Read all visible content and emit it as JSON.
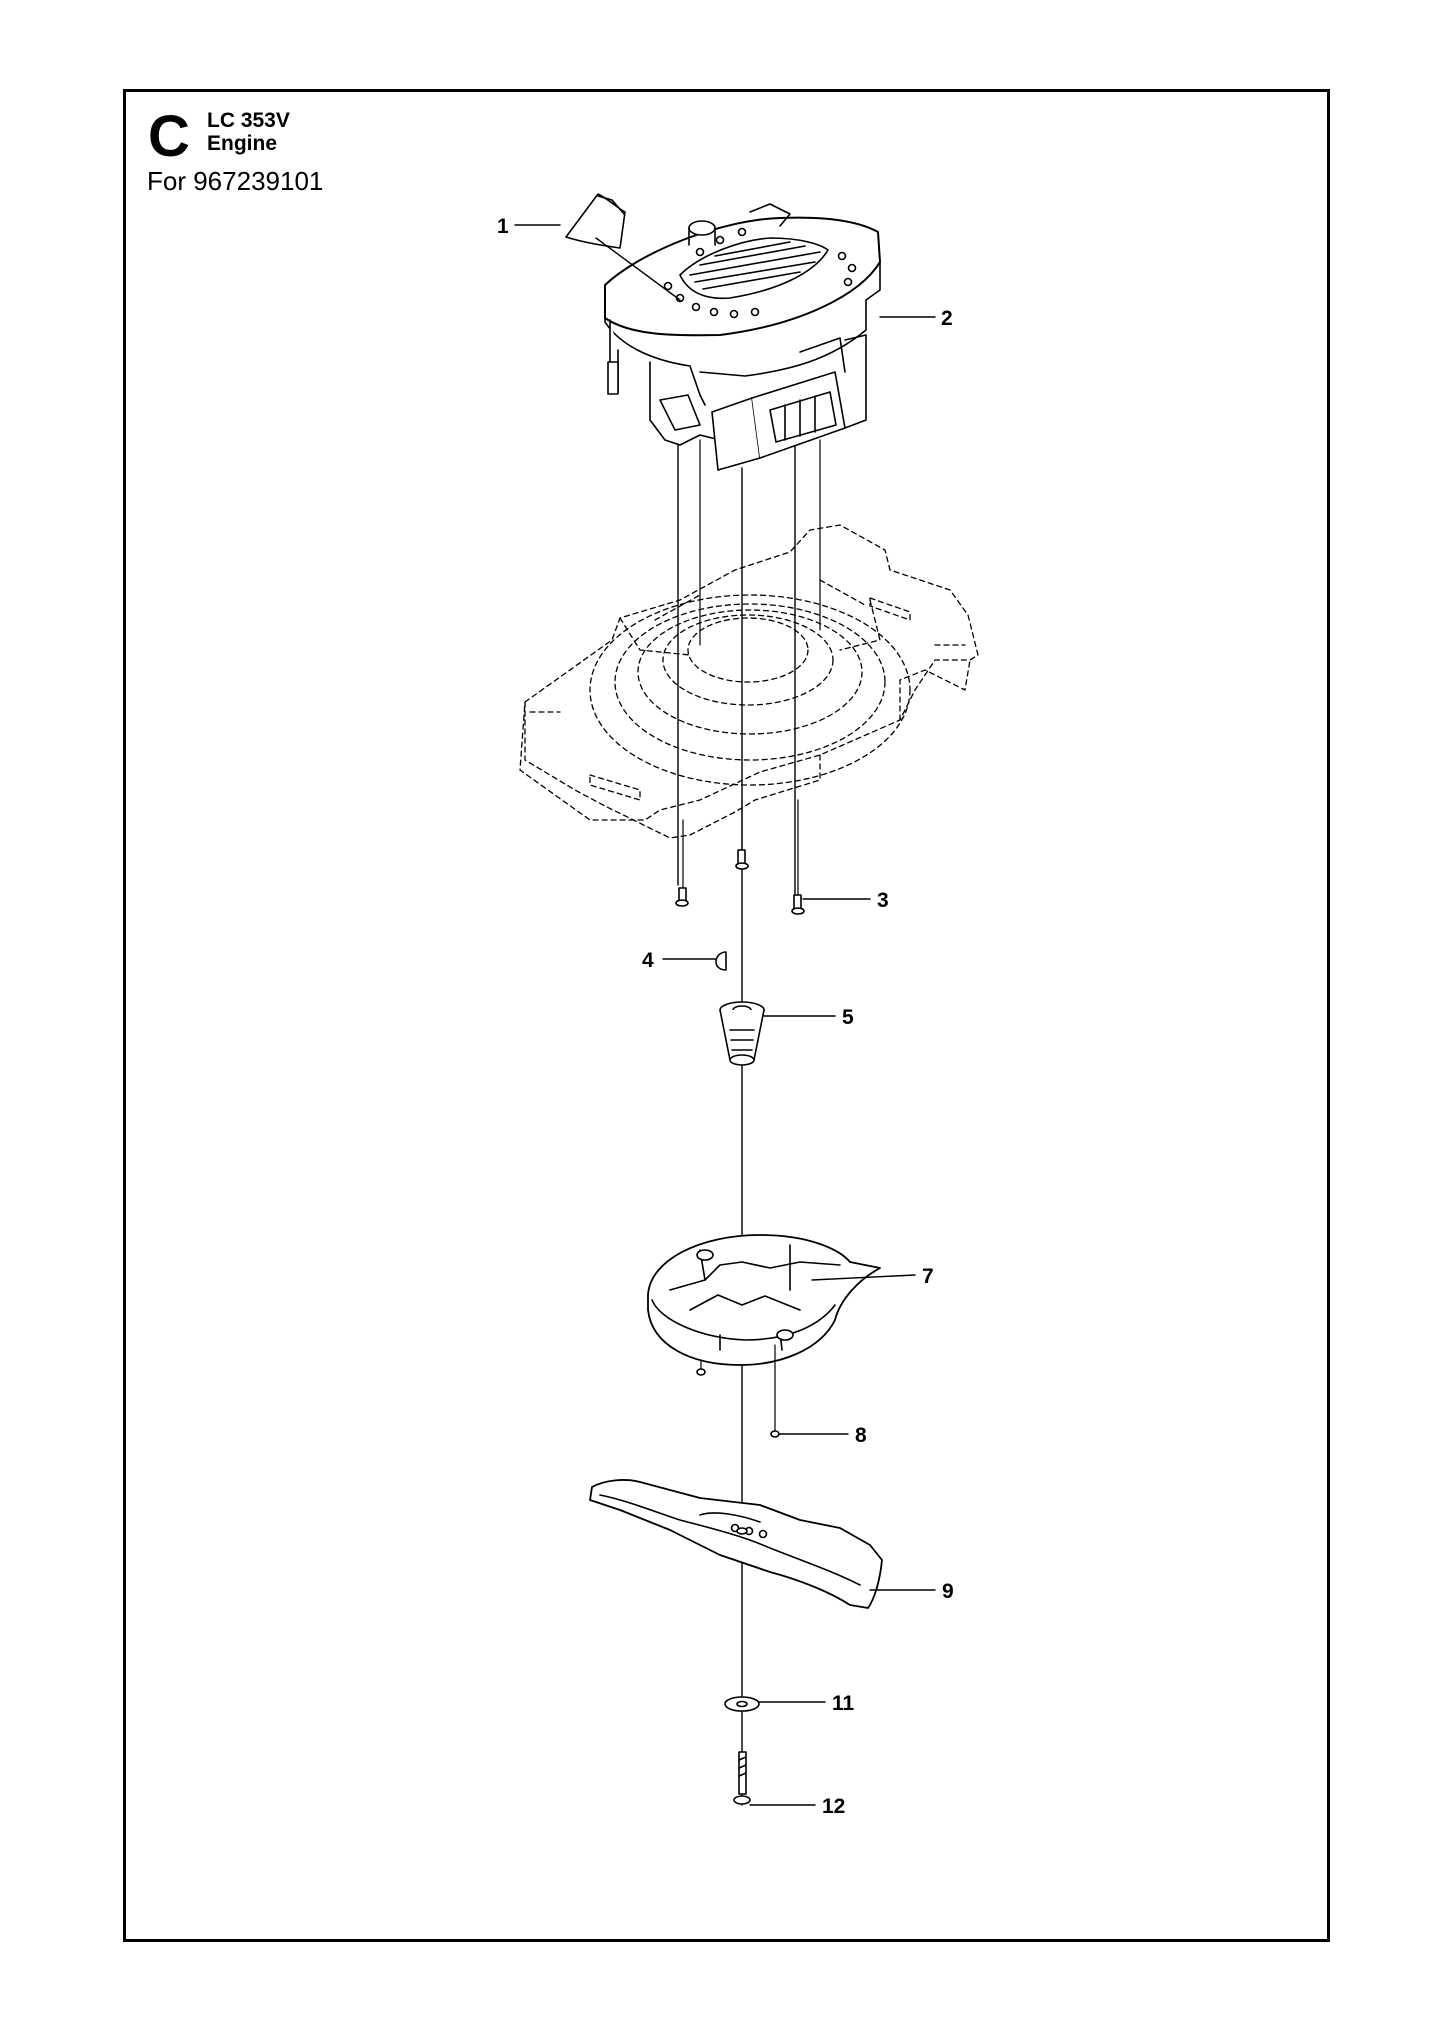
{
  "header": {
    "section_letter": "C",
    "model": "LC 353V",
    "title": "Engine",
    "for_text": "For 967239101"
  },
  "callouts": [
    {
      "number": "1",
      "part": "decal"
    },
    {
      "number": "2",
      "part": "engine"
    },
    {
      "number": "3",
      "part": "engine-mount-screw"
    },
    {
      "number": "4",
      "part": "key"
    },
    {
      "number": "5",
      "part": "blade-adapter"
    },
    {
      "number": "7",
      "part": "blade-hub-fan"
    },
    {
      "number": "8",
      "part": "screw"
    },
    {
      "number": "9",
      "part": "blade"
    },
    {
      "number": "11",
      "part": "washer"
    },
    {
      "number": "12",
      "part": "blade-bolt"
    }
  ]
}
